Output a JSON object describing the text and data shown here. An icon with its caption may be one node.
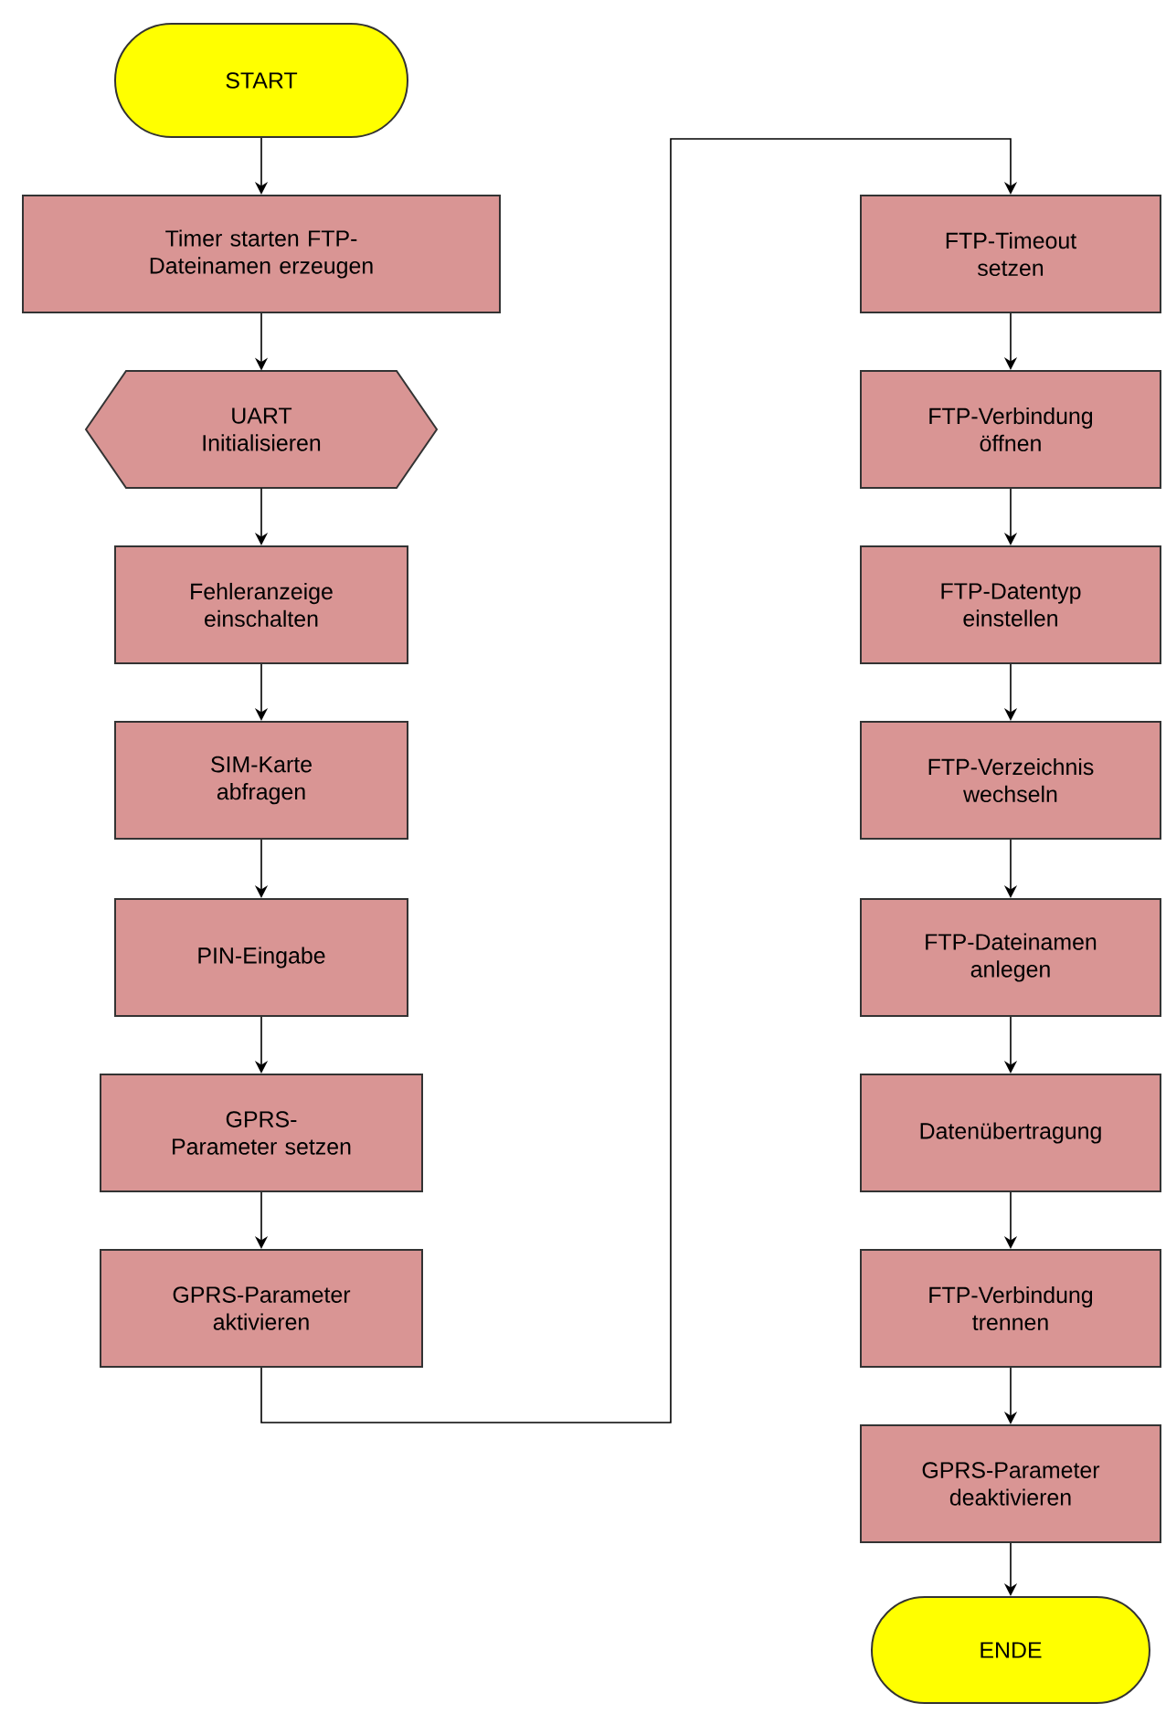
{
  "diagram": {
    "nodes": [
      {
        "text": [
          "START"
        ]
      },
      {
        "text": [
          "Timer starten FTP-Dateinamen erzeugen"
        ]
      },
      {
        "text": [
          "UART Initialisieren"
        ]
      },
      {
        "text": [
          "Fehleranzeige einschalten"
        ]
      },
      {
        "text": [
          "SIM-Karte abfragen"
        ]
      },
      {
        "text": [
          "PIN-Eingabe"
        ]
      },
      {
        "text": [
          "GPRS-Parameter setzen"
        ]
      },
      {
        "text": [
          "GPRS-Parameter aktivieren"
        ]
      },
      {
        "text": [
          "FTP-Timeout setzen"
        ]
      },
      {
        "text": [
          "FTP-Verbindung öffnen"
        ]
      },
      {
        "text": [
          "FTP-Datentyp einstellen"
        ]
      },
      {
        "text": [
          "FTP-Verzeichnis wechseln"
        ]
      },
      {
        "text": [
          "FTP-Dateinamen anlegen"
        ]
      },
      {
        "text": [
          "Datenübertragung"
        ]
      },
      {
        "text": [
          "FTP-Verbindung trennen"
        ]
      },
      {
        "text": [
          "GPRS-Parameter deaktivieren"
        ]
      },
      {
        "text": [
          "ENDE"
        ]
      }
    ],
    "edges": [
      {
        "from": 0,
        "to": 1,
        "arrow": "to"
      },
      {
        "from": 1,
        "to": 2,
        "arrow": "to"
      },
      {
        "from": 2,
        "to": 3,
        "arrow": "to"
      },
      {
        "from": 3,
        "to": 4,
        "arrow": "to"
      },
      {
        "from": 4,
        "to": 5,
        "arrow": "to"
      },
      {
        "from": 5,
        "to": 6,
        "arrow": "to"
      },
      {
        "from": 6,
        "to": 7,
        "arrow": "to"
      },
      {
        "from": 7,
        "to": 8,
        "arrow": "to"
      },
      {
        "from": 8,
        "to": 9,
        "arrow": "to"
      },
      {
        "from": 9,
        "to": 10,
        "arrow": "to"
      },
      {
        "from": 10,
        "to": 11,
        "arrow": "to"
      },
      {
        "from": 11,
        "to": 12,
        "arrow": "to"
      },
      {
        "from": 12,
        "to": 13,
        "arrow": "to"
      },
      {
        "from": 13,
        "to": 14,
        "arrow": "to"
      },
      {
        "from": 14,
        "to": 15,
        "arrow": "to"
      },
      {
        "from": 15,
        "to": 16,
        "arrow": "to"
      }
    ]
  }
}
